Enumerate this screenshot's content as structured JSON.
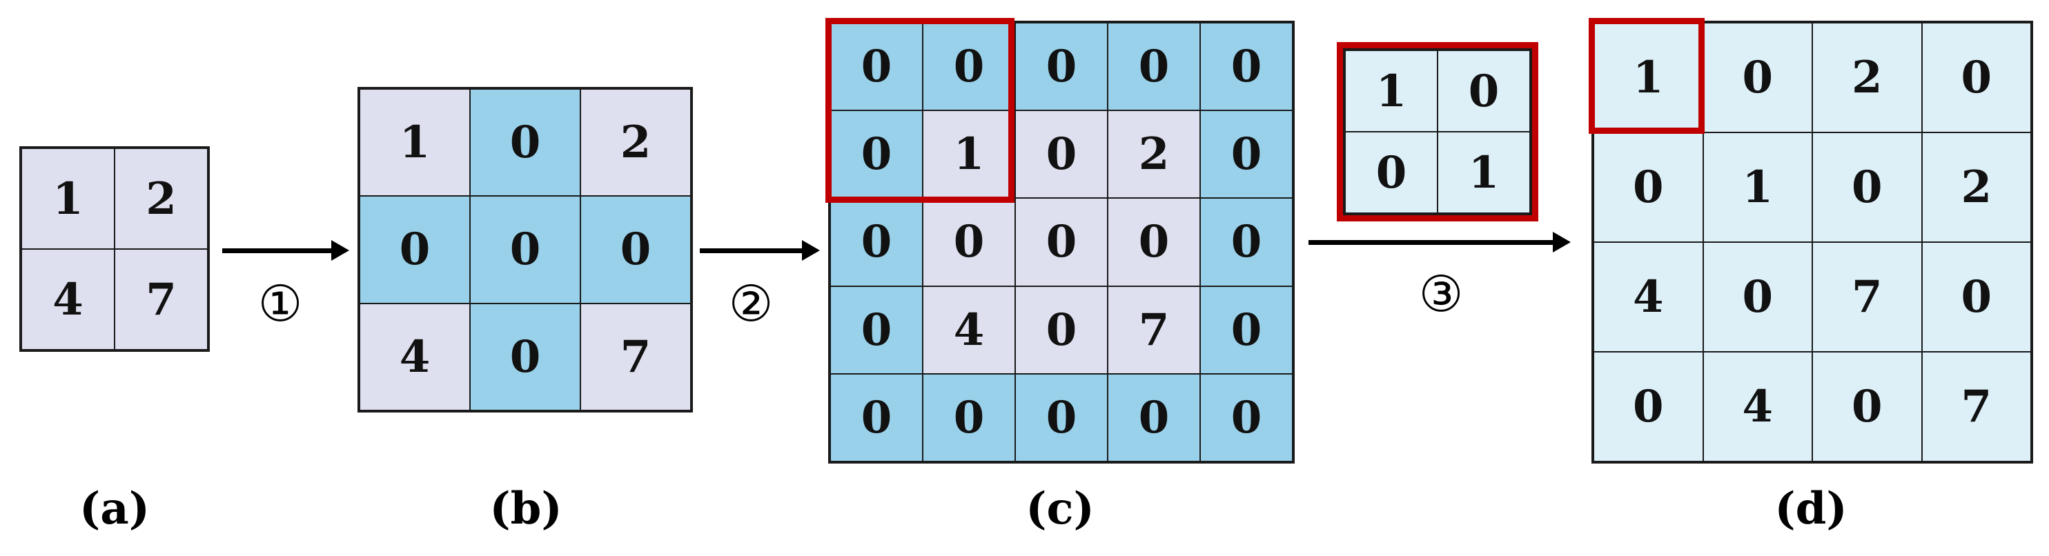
{
  "panels": {
    "a": {
      "caption": "(a)",
      "rows": [
        [
          "1",
          "2"
        ],
        [
          "4",
          "7"
        ]
      ]
    },
    "b": {
      "caption": "(b)",
      "rows": [
        [
          "1",
          "0",
          "2"
        ],
        [
          "0",
          "0",
          "0"
        ],
        [
          "4",
          "0",
          "7"
        ]
      ]
    },
    "c": {
      "caption": "(c)",
      "rows": [
        [
          "0",
          "0",
          "0",
          "0",
          "0"
        ],
        [
          "0",
          "1",
          "0",
          "2",
          "0"
        ],
        [
          "0",
          "0",
          "0",
          "0",
          "0"
        ],
        [
          "0",
          "4",
          "0",
          "7",
          "0"
        ],
        [
          "0",
          "0",
          "0",
          "0",
          "0"
        ]
      ]
    },
    "kernel": {
      "rows": [
        [
          "1",
          "0"
        ],
        [
          "0",
          "1"
        ]
      ]
    },
    "d": {
      "caption": "(d)",
      "rows": [
        [
          "1",
          "0",
          "2",
          "0"
        ],
        [
          "0",
          "1",
          "0",
          "2"
        ],
        [
          "4",
          "0",
          "7",
          "0"
        ],
        [
          "0",
          "4",
          "0",
          "7"
        ]
      ]
    }
  },
  "steps": {
    "step1": "①",
    "step2": "②",
    "step3": "③"
  },
  "colors": {
    "lavender": "#dfe0ef",
    "blue": "#99d1ea",
    "pale_blue": "#ddf0f8",
    "highlight": "#c00000"
  }
}
